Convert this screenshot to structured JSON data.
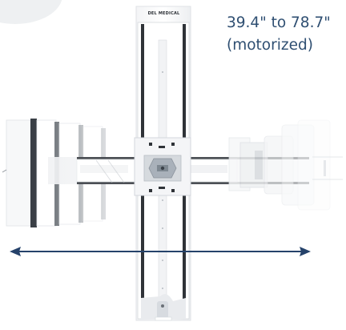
{
  "range": {
    "line1": "39.4\" to 78.7\"",
    "line2": "(motorized)"
  },
  "brand": {
    "logo_text": "DEL MEDICAL"
  },
  "colors": {
    "text": "#2f4f72",
    "arrow": "#25426a",
    "panel_dark": "#3b3f45",
    "panel_light": "#f6f7f8"
  },
  "icons": {
    "arrow": "double-arrow-icon"
  }
}
